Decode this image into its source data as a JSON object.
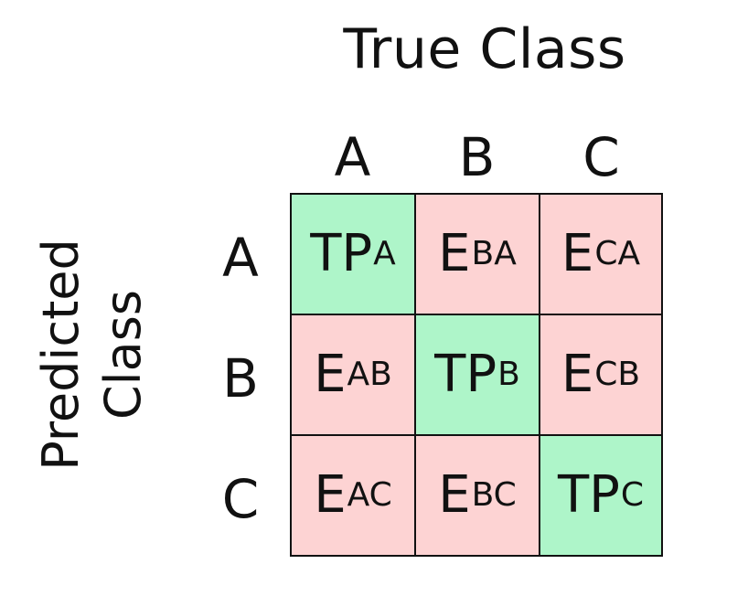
{
  "diagram": {
    "title": "True Class",
    "y_title_line1": "Predicted",
    "y_title_line2": "Class",
    "columns": [
      "A",
      "B",
      "C"
    ],
    "rows": [
      "A",
      "B",
      "C"
    ],
    "cells": [
      [
        {
          "main": "TP",
          "sub": "A",
          "kind": "diag"
        },
        {
          "main": "E",
          "sub": "BA",
          "kind": "off"
        },
        {
          "main": "E",
          "sub": "CA",
          "kind": "off"
        }
      ],
      [
        {
          "main": "E",
          "sub": "AB",
          "kind": "off"
        },
        {
          "main": "TP",
          "sub": "B",
          "kind": "diag"
        },
        {
          "main": "E",
          "sub": "CB",
          "kind": "off"
        }
      ],
      [
        {
          "main": "E",
          "sub": "AC",
          "kind": "off"
        },
        {
          "main": "E",
          "sub": "BC",
          "kind": "off"
        },
        {
          "main": "TP",
          "sub": "C",
          "kind": "diag"
        }
      ]
    ],
    "colors": {
      "diagonal": "#aef5c9",
      "off_diagonal": "#fdd3d3",
      "border": "#111111"
    }
  }
}
